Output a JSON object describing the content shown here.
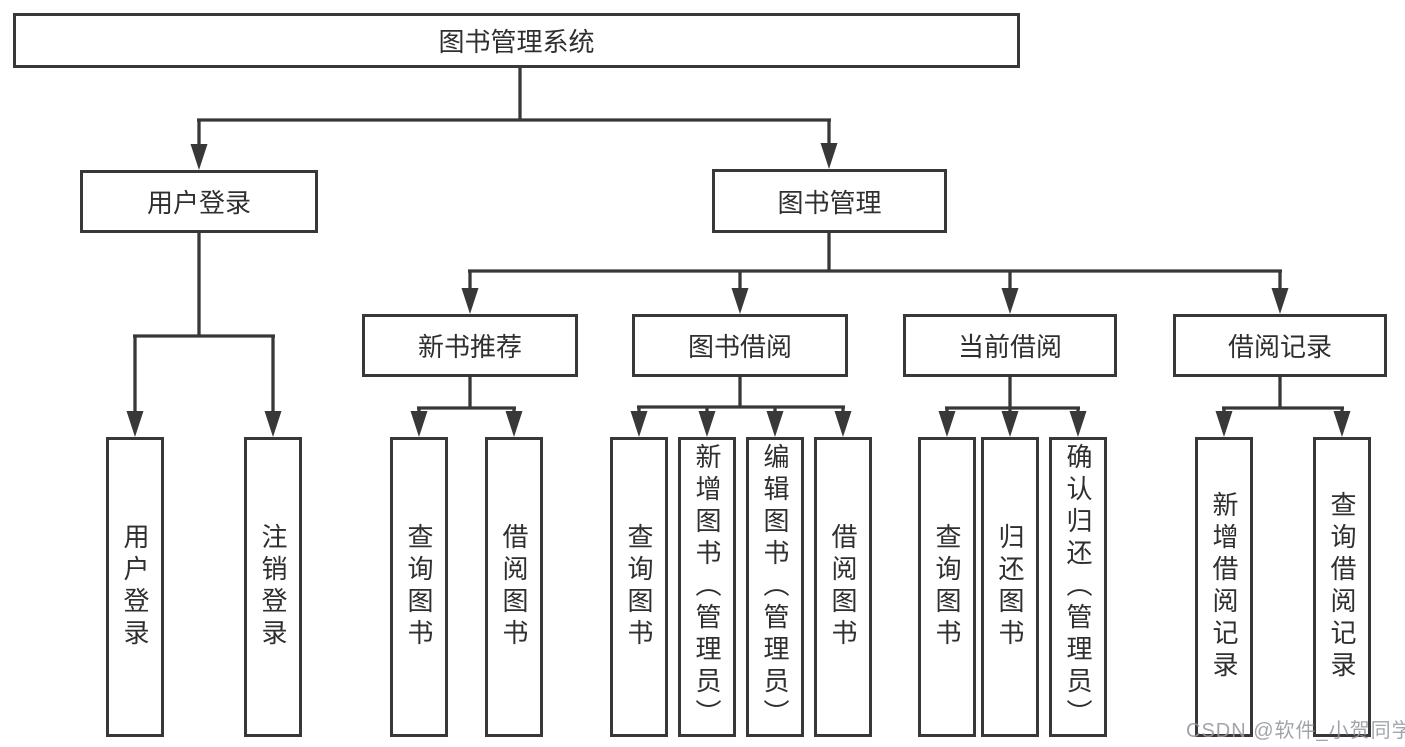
{
  "tree": {
    "root": {
      "label": "图书管理系统"
    },
    "branches": [
      {
        "label": "用户登录",
        "children": [
          {
            "label": "用户登录"
          },
          {
            "label": "注销登录"
          }
        ]
      },
      {
        "label": "图书管理",
        "children": [
          {
            "label": "新书推荐",
            "children": [
              {
                "label": "查询图书"
              },
              {
                "label": "借阅图书"
              }
            ]
          },
          {
            "label": "图书借阅",
            "children": [
              {
                "label": "查询图书"
              },
              {
                "label": "新增图书（管理员）"
              },
              {
                "label": "编辑图书（管理员）"
              },
              {
                "label": "借阅图书"
              }
            ]
          },
          {
            "label": "当前借阅",
            "children": [
              {
                "label": "查询图书"
              },
              {
                "label": "归还图书"
              },
              {
                "label": "确认归还（管理员）"
              }
            ]
          },
          {
            "label": "借阅记录",
            "children": [
              {
                "label": "新增借阅记录"
              },
              {
                "label": "查询借阅记录"
              }
            ]
          }
        ]
      }
    ]
  },
  "watermark": {
    "text": "CSDN @软件_小贺同学"
  },
  "colors": {
    "line": "#383838",
    "box_border": "#383838",
    "text": "#2f2f2f",
    "watermark": "#94979e",
    "background": "#ffffff"
  }
}
